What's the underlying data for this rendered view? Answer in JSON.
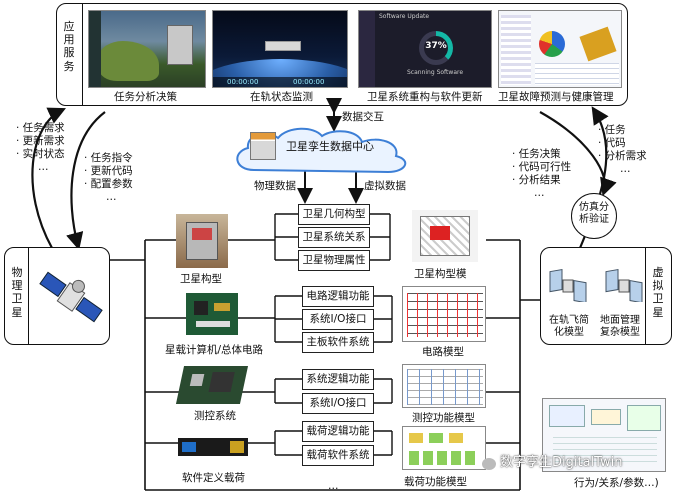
{
  "top_panel": {
    "side_label": "应用服务",
    "captions": [
      "任务分析决策",
      "在轨状态监测",
      "卫星系统重构与软件更新",
      "卫星故障预测与健康管理"
    ],
    "progress_text": "37%",
    "progress_caption": "Scanning Software",
    "update_title": "Software Update",
    "screen_time": "00:00:00"
  },
  "cloud": {
    "label": "卫星孪生数据中心"
  },
  "data_exchange": "数据交互",
  "physical_data": "物理数据",
  "virtual_data": "虚拟数据",
  "left_block": {
    "label": "物理卫星"
  },
  "right_block": {
    "label": "虚拟卫星",
    "model_a": "在轨飞简化模型",
    "model_b": "地面管理复杂模型"
  },
  "left_lists": {
    "up": [
      "· 任务需求",
      "· 更新需求",
      "· 实时状态",
      "…"
    ],
    "down": [
      "· 任务指令",
      "· 更新代码",
      "· 配置参数",
      "…"
    ]
  },
  "right_lists": {
    "up": [
      "· 任务",
      "· 代码",
      "· 分析需求",
      "…"
    ],
    "down": [
      "· 任务决策",
      "· 代码可行性",
      "· 分析结果",
      "…"
    ]
  },
  "sim": {
    "label": "仿真分析验证"
  },
  "rows": [
    {
      "name": "卫星构型",
      "items": [
        "卫星几何构型",
        "卫星系统关系",
        "卫星物理属性"
      ],
      "model": "卫星构型模"
    },
    {
      "name": "星载计算机/总体电路",
      "items": [
        "电路逻辑功能",
        "系统I/O接口",
        "主板软件系统"
      ],
      "model": "电路模型"
    },
    {
      "name": "测控系统",
      "items": [
        "系统逻辑功能",
        "系统I/O接口"
      ],
      "model": "测控功能模型"
    },
    {
      "name": "软件定义载荷",
      "items": [
        "载荷逻辑功能",
        "载荷软件系统"
      ],
      "model": "载荷功能模型"
    }
  ],
  "ellipsis": "…",
  "bottom_right": {
    "caption": "行为/关系/参数…)",
    "watermark": "数字孪生DigitalTwin"
  },
  "colors": {
    "line": "#111111",
    "cloud": "#3d7fd6",
    "progress": "#14b8a6"
  }
}
